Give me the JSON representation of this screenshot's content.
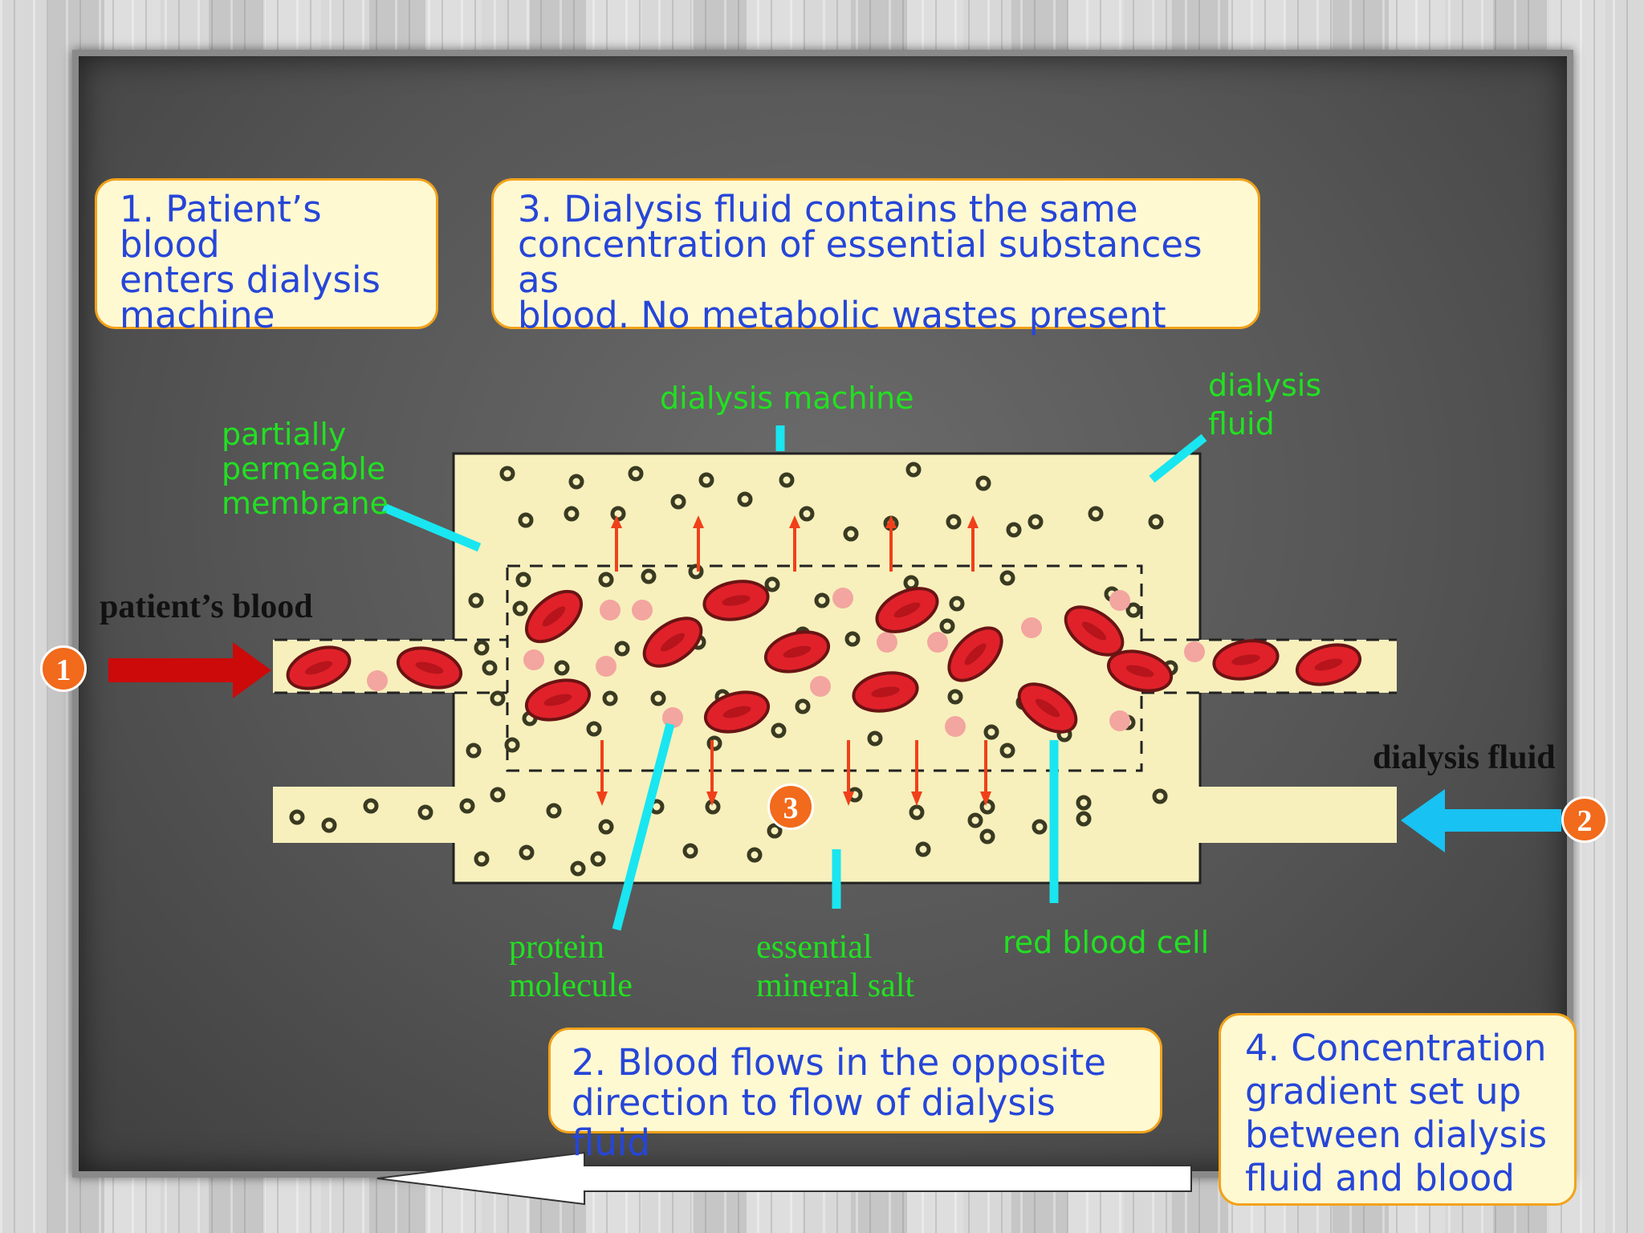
{
  "notes": {
    "note1": "1. Patient’s blood\nenters dialysis\nmachine",
    "note2": "2. Blood flows in the opposite\ndirection to flow of dialysis fluid",
    "note3": "3. Dialysis fluid contains the same\nconcentration of essential substances as\nblood. No metabolic wastes present",
    "note4": "4. Concentration\ngradient set up\nbetween dialysis\nfluid and blood"
  },
  "labels": {
    "dialysis_machine": "dialysis machine",
    "dialysis_fluid_top": "dialysis\nfluid",
    "membrane": "partially\npermeable\nmembrane",
    "patients_blood": "patient’s blood",
    "dialysis_fluid_right": "dialysis fluid",
    "protein": "protein\nmolecule",
    "mineral": "essential\nmineral salt",
    "rbc": "red blood cell"
  },
  "markers": {
    "m1": "1",
    "m2": "2",
    "m3": "3"
  },
  "colors": {
    "note_text": "#2646d8",
    "note_border": "#f2a21a",
    "note_fill": "#fff9d2",
    "label_green": "#22e022",
    "pointer_cyan": "#19e6f0",
    "blood_arrow": "#cc0a0a",
    "fluid_arrow": "#18c2f2",
    "marker_orange": "#f26a1b"
  }
}
